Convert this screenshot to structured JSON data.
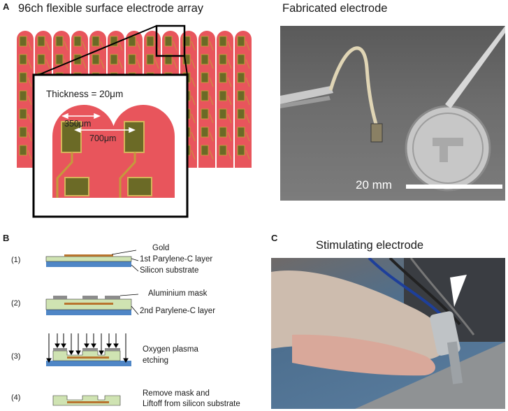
{
  "panel_a": {
    "letter": "A",
    "left_title": "96ch flexible surface electrode array",
    "right_title": "Fabricated electrode",
    "inset_thickness": "Thickness = 20μm",
    "dim_350": "350μm",
    "dim_700": "700μm",
    "scale_bar_label": "20 mm",
    "colors": {
      "substrate": "#e8555c",
      "pad": "#6b6a26",
      "trace": "#c59a3c"
    }
  },
  "panel_b": {
    "letter": "B",
    "steps": [
      {
        "num": "(1)",
        "labels": [
          "Gold",
          "1st Parylene-C layer",
          "Silicon substrate"
        ]
      },
      {
        "num": "(2)",
        "labels": [
          "Aluminium mask",
          "2nd Parylene-C layer"
        ]
      },
      {
        "num": "(3)",
        "labels": [
          "Oxygen plasma",
          "etching"
        ]
      },
      {
        "num": "(4)",
        "labels": [
          "Remove mask and",
          "Liftoff from silicon substrate"
        ]
      }
    ],
    "colors": {
      "silicon": "#4f86c6",
      "parylene": "#cfe3b2",
      "gold": "#b8742e",
      "mask": "#8c8c8c"
    }
  },
  "panel_c": {
    "letter": "C",
    "title": "Stimulating electrode"
  }
}
